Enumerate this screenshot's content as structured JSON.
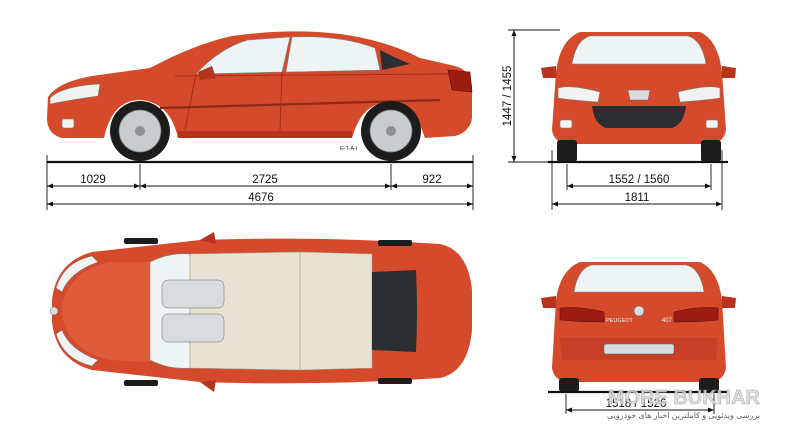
{
  "dimensions": {
    "front_overhang": "1029",
    "wheelbase": "2725",
    "rear_overhang": "922",
    "length": "4676",
    "height": "1447 / 1455",
    "front_track": "1552 / 1560",
    "width": "1811",
    "rear_track": "1518 / 1526"
  },
  "labels": {
    "etai_mark": "E-T-A-I",
    "rear_badge": "PEUGEOT",
    "rear_model": "407"
  },
  "watermark": {
    "brand": "MORE BUKHAR",
    "subtitle": "بررسی ویدئویی و کاملترین اخبار های خودرویی"
  },
  "colors": {
    "car_body": "#d64a2c",
    "dimension_lines": "#111111",
    "background": "#ffffff"
  }
}
